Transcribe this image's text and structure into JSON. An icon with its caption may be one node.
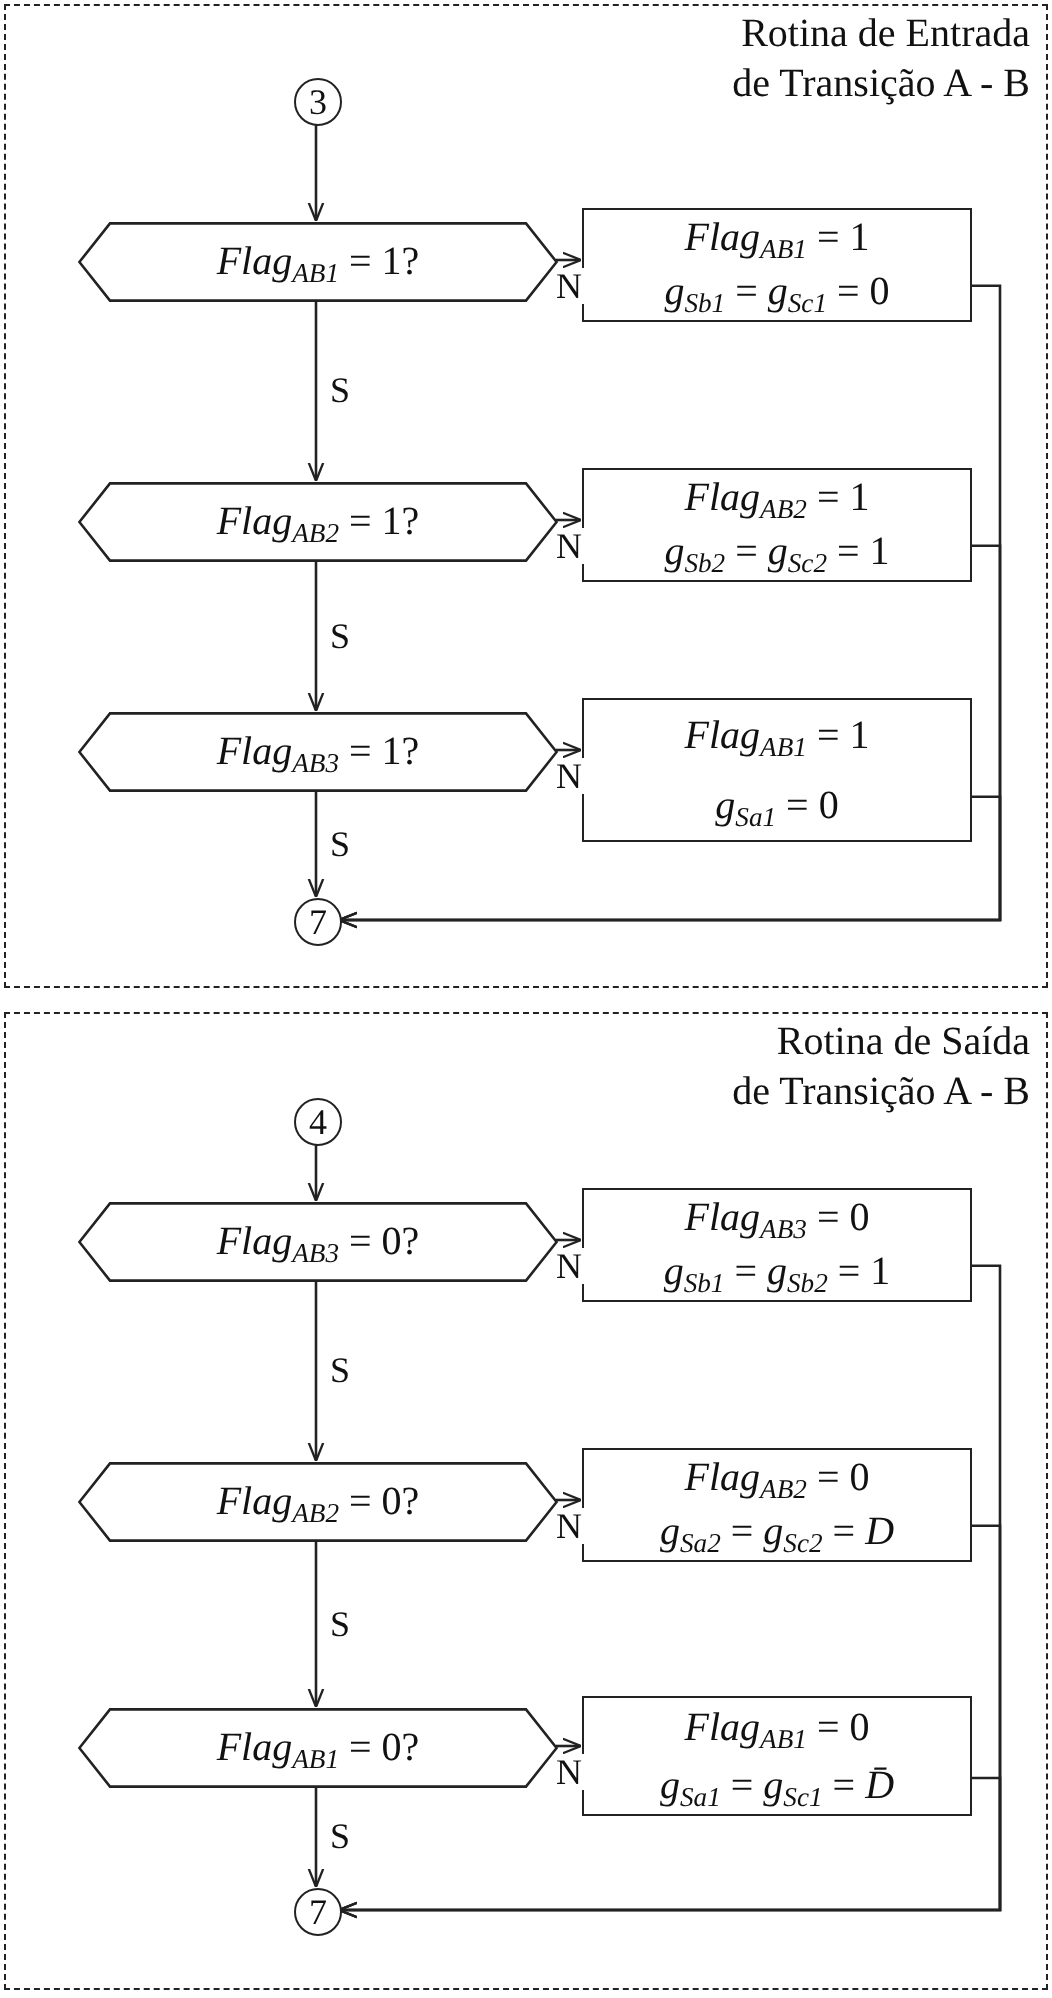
{
  "diagram": {
    "nodes": [
      {
        "text": [
          "Rotina de Entrada de Transição A - B"
        ]
      },
      {
        "text": [
          "3"
        ],
        "in": 0
      },
      {
        "text": [
          "*Flag*$_{AB1}$ = 1?"
        ],
        "in": 0
      },
      {
        "text": [
          "*Flag*$_{AB1}$ = 1",
          "*g*$_{Sb1}$ = *g*$_{Sc1}$ = 0"
        ],
        "in": 0
      },
      {
        "text": [
          "*Flag*$_{AB2}$ = 1?"
        ],
        "in": 0
      },
      {
        "text": [
          "*Flag*$_{AB2}$ = 1",
          "*g*$_{Sb2}$ = *g*$_{Sc2}$ = 1"
        ],
        "in": 0
      },
      {
        "text": [
          "*Flag*$_{AB3}$ = 1?"
        ],
        "in": 0
      },
      {
        "text": [
          "*Flag*$_{AB1}$ = 1",
          "*g*$_{Sa1}$ = 0"
        ],
        "in": 0
      },
      {
        "text": [
          "7"
        ],
        "in": 0
      },
      {
        "text": [
          "Rotina de Saída de Transição A - B"
        ]
      },
      {
        "text": [
          "4"
        ],
        "in": 9
      },
      {
        "text": [
          "*Flag*$_{AB3}$ = 0?"
        ],
        "in": 9
      },
      {
        "text": [
          "*Flag*$_{AB3}$ = 0",
          "*g*$_{Sb1}$ = *g*$_{Sb2}$ = 1"
        ],
        "in": 9
      },
      {
        "text": [
          "*Flag*$_{AB2}$ = 0?"
        ],
        "in": 9
      },
      {
        "text": [
          "*Flag*$_{AB2}$ = 0",
          "*g*$_{Sa2}$ = *g*$_{Sc2}$ = *D*"
        ],
        "in": 9
      },
      {
        "text": [
          "*Flag*$_{AB1}$ = 0?"
        ],
        "in": 9
      },
      {
        "text": [
          "*Flag*$_{AB1}$ = 0",
          "*g*$_{Sa1}$ = *g*$_{Sc1}$ = *D̄*"
        ],
        "in": 9
      },
      {
        "text": [
          "7"
        ],
        "in": 9
      }
    ],
    "edges": [
      {
        "from": 1,
        "to": 2,
        "arrow": "to"
      },
      {
        "from": 2,
        "to": 3,
        "label": "N",
        "arrow": "to"
      },
      {
        "from": 2,
        "to": 4,
        "label": "S",
        "arrow": "to"
      },
      {
        "from": 4,
        "to": 5,
        "label": "N",
        "arrow": "to"
      },
      {
        "from": 4,
        "to": 6,
        "label": "S",
        "arrow": "to"
      },
      {
        "from": 6,
        "to": 7,
        "label": "N",
        "arrow": "to"
      },
      {
        "from": 6,
        "to": 8,
        "label": "S",
        "arrow": "to"
      },
      {
        "from": 3,
        "to": 8,
        "arrow": "to"
      },
      {
        "from": 5,
        "to": 8,
        "arrow": "to"
      },
      {
        "from": 7,
        "to": 8,
        "arrow": "to"
      },
      {
        "from": 10,
        "to": 11,
        "arrow": "to"
      },
      {
        "from": 11,
        "to": 12,
        "label": "N",
        "arrow": "to"
      },
      {
        "from": 11,
        "to": 13,
        "label": "S",
        "arrow": "to"
      },
      {
        "from": 13,
        "to": 14,
        "label": "N",
        "arrow": "to"
      },
      {
        "from": 13,
        "to": 15,
        "label": "S",
        "arrow": "to"
      },
      {
        "from": 15,
        "to": 16,
        "label": "N",
        "arrow": "to"
      },
      {
        "from": 15,
        "to": 17,
        "label": "S",
        "arrow": "to"
      },
      {
        "from": 12,
        "to": 17,
        "arrow": "to"
      },
      {
        "from": 14,
        "to": 17,
        "arrow": "to"
      },
      {
        "from": 16,
        "to": 17,
        "arrow": "to"
      }
    ]
  }
}
